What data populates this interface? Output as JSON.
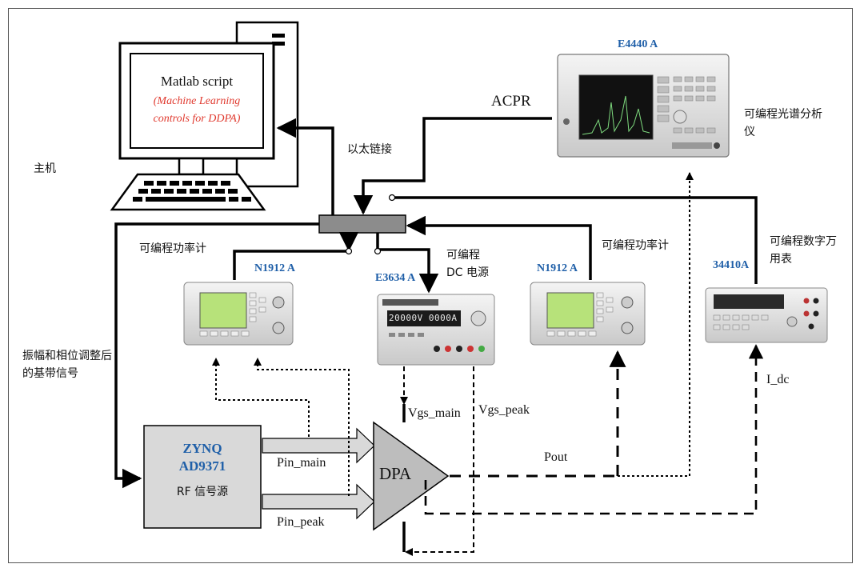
{
  "host": {
    "label": "主机",
    "screen_title": "Matlab script",
    "screen_sub": "(Machine Learning controls for DDPA)"
  },
  "ethernet": {
    "label": "以太链接"
  },
  "acpr": {
    "label": "ACPR"
  },
  "spectrum": {
    "model": "E4440 A",
    "label": "可编程光谱分析仪"
  },
  "pm_left": {
    "model": "N1912 A",
    "label": "可编程功率计"
  },
  "pm_right": {
    "model": "N1912 A",
    "label": "可编程功率计"
  },
  "dc_supply": {
    "model": "E3634 A",
    "label_line1": "可编程",
    "label_line2": "DC 电源",
    "display": "20000V 0000A"
  },
  "dmm": {
    "model": "34410A",
    "label": "可编程数字万用表"
  },
  "source": {
    "line1": "ZYNQ",
    "line2": "AD9371",
    "line3": "RF 信号源"
  },
  "baseband": {
    "label": "振幅和相位调整后的基带信号"
  },
  "dpa": {
    "label": "DPA"
  },
  "signals": {
    "pin_main": "Pin_main",
    "pin_peak": "Pin_peak",
    "vgs_main": "Vgs_main",
    "vgs_peak": "Vgs_peak",
    "pout": "Pout",
    "i_dc": "I_dc"
  },
  "colors": {
    "model_label": "#1f5fa8",
    "screen_sub": "#e03a2f",
    "line": "#000000",
    "source_fill": "#d9d9d9",
    "switch_fill": "#8c8c8c",
    "dpa_fill": "#bdbdbd"
  }
}
